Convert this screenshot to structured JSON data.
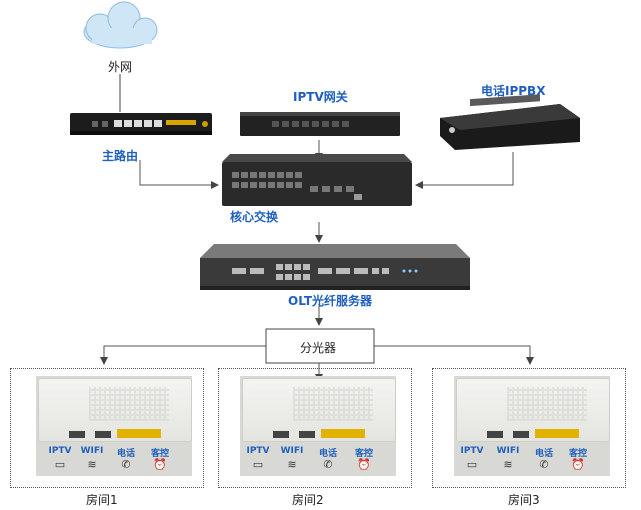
{
  "nodes": {
    "internet": "外网",
    "router": "主路由",
    "iptv_gateway": "IPTV网关",
    "ippbx": "电话IPPBX",
    "core_switch": "核心交换",
    "olt": "OLT光纤服务器",
    "splitter": "分光器"
  },
  "rooms": [
    {
      "label": "房间1"
    },
    {
      "label": "房间2"
    },
    {
      "label": "房间3"
    }
  ],
  "services": [
    "IPTV",
    "WIFI",
    "电话",
    "客控"
  ],
  "icons": {
    "cloud": "cloud-icon",
    "iptv": "tv-icon",
    "wifi": "wifi-icon",
    "phone": "phone-icon",
    "control": "alarm-clock-icon"
  },
  "colors": {
    "label_blue": "#1f5fbf",
    "line": "#555555",
    "device_dark": "#1c1c1c"
  }
}
